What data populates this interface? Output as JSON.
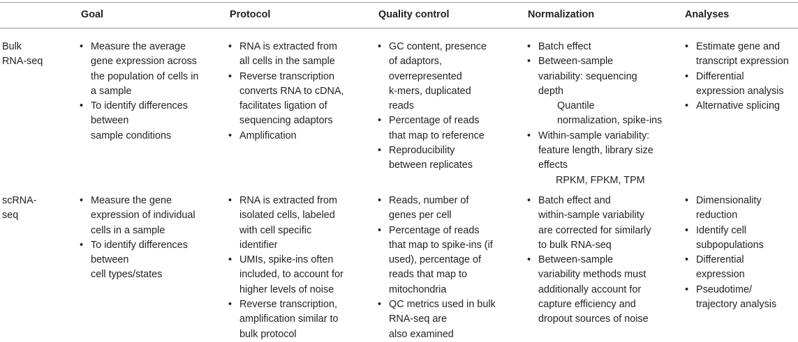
{
  "headers": [
    "",
    "Goal",
    "Protocol",
    "Quality control",
    "Normalization",
    "Analyses"
  ],
  "rows": [
    {
      "label_lines": [
        "Bulk",
        "RNA-seq"
      ],
      "cells": [
        [
          {
            "lines": [
              "Measure the average",
              "gene expression across",
              "the population of cells in",
              "a sample"
            ]
          },
          {
            "lines": [
              "To identify differences",
              "between",
              "sample conditions"
            ]
          }
        ],
        [
          {
            "lines": [
              "RNA is extracted from",
              "all cells in the sample"
            ]
          },
          {
            "lines": [
              "Reverse transcription",
              "converts RNA to cDNA,",
              "facilitates ligation of",
              "sequencing adaptors"
            ]
          },
          {
            "lines": [
              "Amplification"
            ]
          }
        ],
        [
          {
            "lines": [
              "GC content, presence",
              "of adaptors,",
              "overrepresented",
              "k-mers, duplicated",
              "reads"
            ]
          },
          {
            "lines": [
              "Percentage of reads",
              "that map to reference"
            ]
          },
          {
            "lines": [
              "Reproducibility",
              "between replicates"
            ]
          }
        ],
        [
          {
            "lines": [
              "Batch effect"
            ]
          },
          {
            "lines": [
              "Between-sample",
              "variability: sequencing",
              "depth"
            ],
            "extra": [
              "Quantile",
              "normalization, spike-ins"
            ],
            "extra_style": "sub2"
          },
          {
            "lines": [
              "Within-sample variability:",
              "feature length, library size",
              "effects"
            ],
            "extra": [
              "RPKM, FPKM, TPM"
            ],
            "extra_style": "sub3"
          }
        ],
        [
          {
            "lines": [
              "Estimate gene and",
              "transcript expression"
            ]
          },
          {
            "lines": [
              "Differential",
              "expression analysis"
            ]
          },
          {
            "lines": [
              "Alternative splicing"
            ]
          }
        ]
      ]
    },
    {
      "label_lines": [
        "scRNA-",
        "seq"
      ],
      "cells": [
        [
          {
            "lines": [
              "Measure the gene",
              "expression of individual",
              "cells in a sample"
            ]
          },
          {
            "lines": [
              "To identify differences",
              "between",
              "cell types/states"
            ]
          }
        ],
        [
          {
            "lines": [
              "RNA is extracted from",
              "isolated cells, labeled",
              "with cell specific",
              "identifier"
            ]
          },
          {
            "lines": [
              "UMIs, spike-ins often",
              "included, to account for",
              "higher levels of noise"
            ]
          },
          {
            "lines": [
              "Reverse transcription,",
              "amplification similar to",
              "bulk protocol"
            ]
          }
        ],
        [
          {
            "lines": [
              "Reads, number of",
              "genes per cell"
            ]
          },
          {
            "lines": [
              "Percentage of reads",
              "that map to spike-ins (if",
              "used), percentage of",
              "reads that map to",
              "mitochondria"
            ]
          },
          {
            "lines": [
              "QC metrics used in bulk",
              "RNA-seq are",
              "also examined"
            ]
          }
        ],
        [
          {
            "lines": [
              "Batch effect and",
              "within-sample variability",
              "are corrected for similarly",
              "to bulk RNA-seq"
            ]
          },
          {
            "lines": [
              "Between-sample",
              "variability methods must",
              "additionally account for",
              "capture efficiency and",
              "dropout sources of noise"
            ]
          }
        ],
        [
          {
            "lines": [
              "Dimensionality",
              "reduction"
            ]
          },
          {
            "lines": [
              "Identify cell",
              "subpopulations"
            ]
          },
          {
            "lines": [
              "Differential",
              "expression"
            ]
          },
          {
            "lines": [
              "Pseudotime/",
              "trajectory analysis"
            ]
          }
        ]
      ]
    }
  ],
  "bullet_glyph": "•"
}
